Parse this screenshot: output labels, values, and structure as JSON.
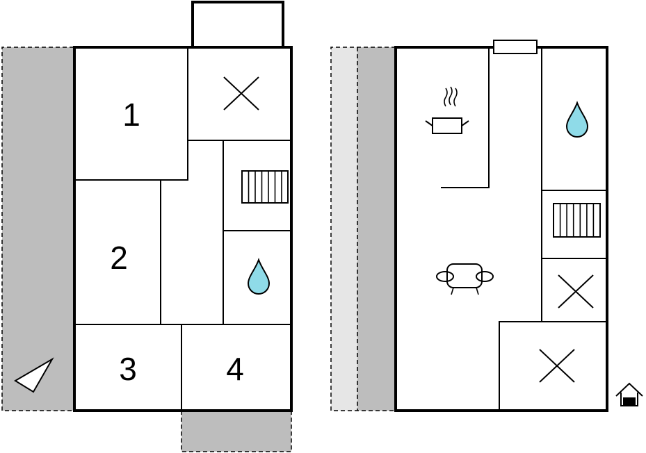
{
  "floor_left": {
    "rooms": [
      {
        "label": "1"
      },
      {
        "label": "2"
      },
      {
        "label": "3"
      },
      {
        "label": "4"
      }
    ],
    "icons": [
      "bedroom-number",
      "window-x-icon",
      "stairs-icon",
      "water-drop-icon",
      "compass-north-icon"
    ]
  },
  "floor_right": {
    "icons": [
      "cooking-pot-icon",
      "sofa-icon",
      "water-drop-icon",
      "stairs-icon",
      "window-x-icon",
      "house-entrance-icon"
    ]
  },
  "colors": {
    "wall": "#000000",
    "terrace": "#bdbdbd",
    "terrace_light": "#e6e6e6",
    "water": "#8fdbe8",
    "background": "#ffffff"
  }
}
